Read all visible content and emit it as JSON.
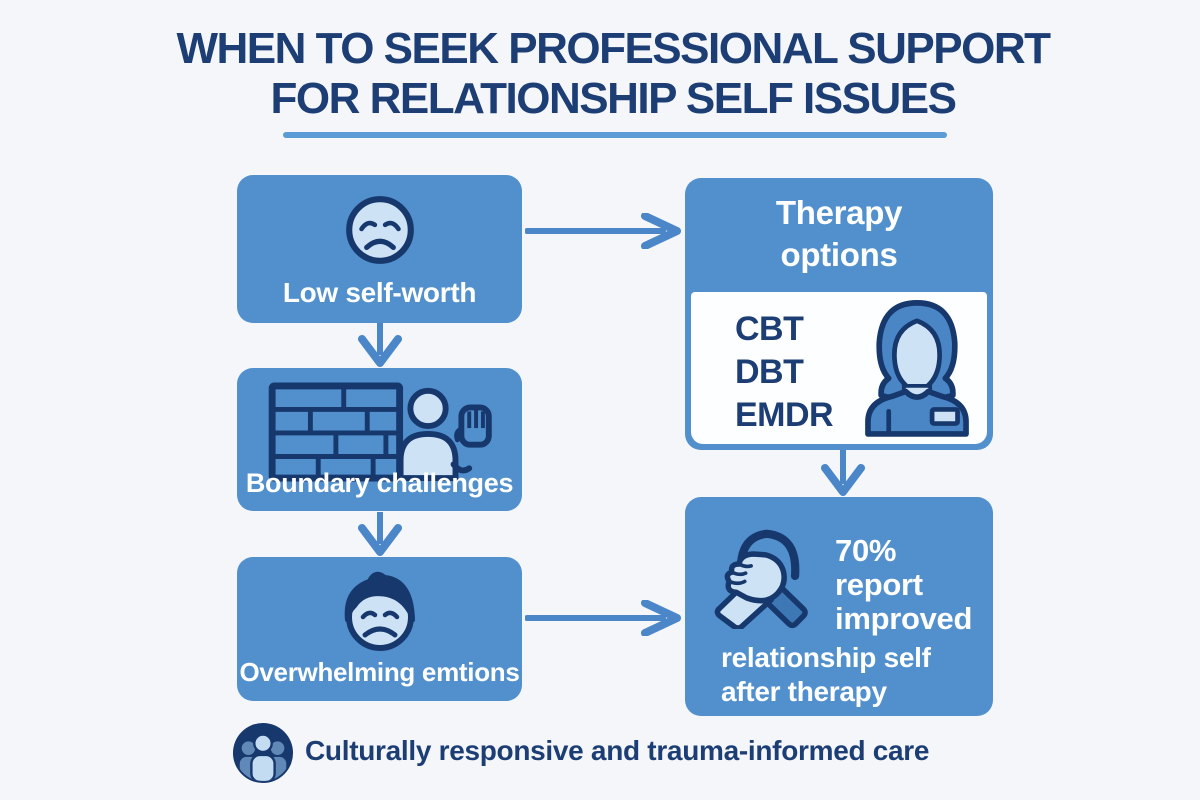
{
  "title": {
    "text": "WHEN TO SEEK PROFESSIONAL SUPPORT\nFOR RELATIONSHIP SELF ISSUES"
  },
  "flow": {
    "left_boxes": [
      {
        "label": "Low self-worth",
        "icon": "sad-face-icon"
      },
      {
        "label": "Boundary challenges",
        "icon": "boundary-wall-hand-icon"
      },
      {
        "label": "Overwhelming emtions",
        "icon": "distressed-face-icon"
      }
    ],
    "therapy_box": {
      "title": "Therapy\noptions",
      "options": [
        "CBT",
        "DBT",
        "EMDR"
      ],
      "icon": "therapist-icon"
    },
    "stat_box": {
      "stat_lines": "70%\nreport\nimproved",
      "caption_lines": "relationship self\nafter therapy",
      "icon": "handclasp-icon"
    },
    "arrows": [
      "low-self-worth-to-therapy-options",
      "low-self-worth-to-boundary-challenges",
      "boundary-challenges-to-overwhelming-emotions",
      "therapy-options-to-stat",
      "overwhelming-emotions-to-stat"
    ]
  },
  "footer": {
    "note": "Culturally responsive and trauma-informed care",
    "icon": "group-people-icon"
  },
  "colors": {
    "background": "#f4f6fa",
    "box_blue": "#5190cd",
    "navy": "#1c3e74",
    "icon_stroke_navy": "#17386d",
    "icon_light_fill": "#cde2f5",
    "medium_blue": "#4a86c5",
    "dark_arm_blue": "#3d77b4",
    "arrow_blue": "#4a86c8",
    "underline_blue": "#5b9bd6",
    "panel_white": "#fdfeff"
  }
}
